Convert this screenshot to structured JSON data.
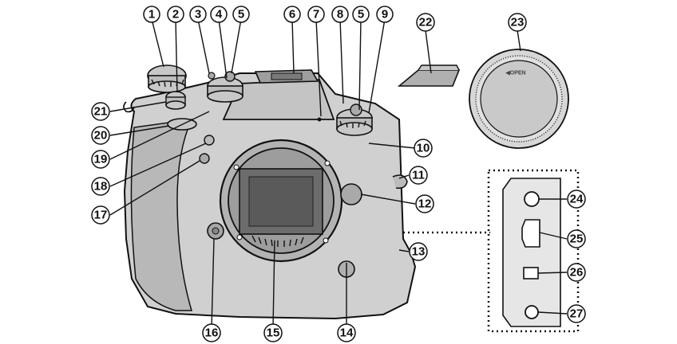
{
  "callouts": {
    "c1": "1",
    "c2": "2",
    "c3": "3",
    "c4": "4",
    "c5a": "5",
    "c5b": "5",
    "c6": "6",
    "c7": "7",
    "c8": "8",
    "c9": "9",
    "c10": "10",
    "c11": "11",
    "c12": "12",
    "c13": "13",
    "c14": "14",
    "c15": "15",
    "c16": "16",
    "c17": "17",
    "c18": "18",
    "c19": "19",
    "c20": "20",
    "c21": "21",
    "c22": "22",
    "c23": "23",
    "c24": "24",
    "c25": "25",
    "c26": "26",
    "c27": "27"
  },
  "body_cap": {
    "label": "◀OPEN"
  },
  "colors": {
    "ink": "#111111",
    "body": "#d0d0d0",
    "dark": "#8a8a8a",
    "paper": "#ffffff"
  }
}
